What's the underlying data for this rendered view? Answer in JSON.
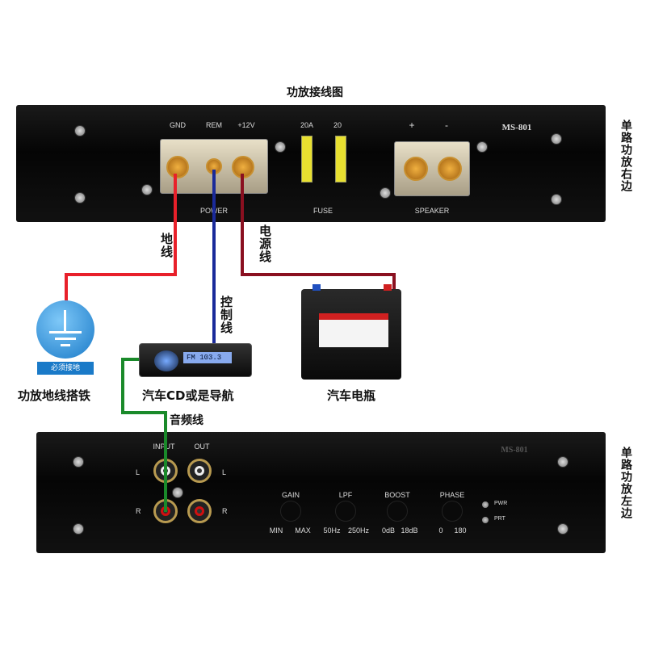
{
  "title": "功放接线图",
  "top_amp": {
    "side_label": "单路功放右边",
    "model": "MS-801",
    "terminals": [
      "GND",
      "REM",
      "+12V"
    ],
    "power_label": "POWER",
    "fuses": [
      "20A",
      "20"
    ],
    "fuse_label": "FUSE",
    "speaker_terminals": [
      "+",
      "-"
    ],
    "speaker_label": "SPEAKER"
  },
  "bottom_amp": {
    "side_label": "单路功放左边",
    "model": "MS-801",
    "input_label": "INPUT",
    "output_label": "OUT",
    "channels": [
      "L",
      "R"
    ],
    "controls": [
      {
        "name": "GAIN",
        "min": "MIN",
        "max": "MAX"
      },
      {
        "name": "LPF",
        "min": "50Hz",
        "max": "250Hz"
      },
      {
        "name": "BOOST",
        "min": "0dB",
        "max": "18dB"
      },
      {
        "name": "PHASE",
        "min": "0",
        "max": "180"
      }
    ],
    "leds": [
      "PWR",
      "PRT"
    ]
  },
  "wires": {
    "ground": {
      "label": "地线",
      "color": "#e8202a"
    },
    "remote": {
      "label": "控制线",
      "color": "#1a2a9a"
    },
    "power": {
      "label": "电源线",
      "color": "#8a1020"
    },
    "audio": {
      "label": "音频线",
      "color": "#1a8a2a"
    }
  },
  "devices": {
    "ground": {
      "label": "功放地线搭铁",
      "badge": "必须接地"
    },
    "head_unit": {
      "label": "汽车CD或是导航",
      "display": "FM 103.3"
    },
    "battery": {
      "label": "汽车电瓶"
    }
  }
}
